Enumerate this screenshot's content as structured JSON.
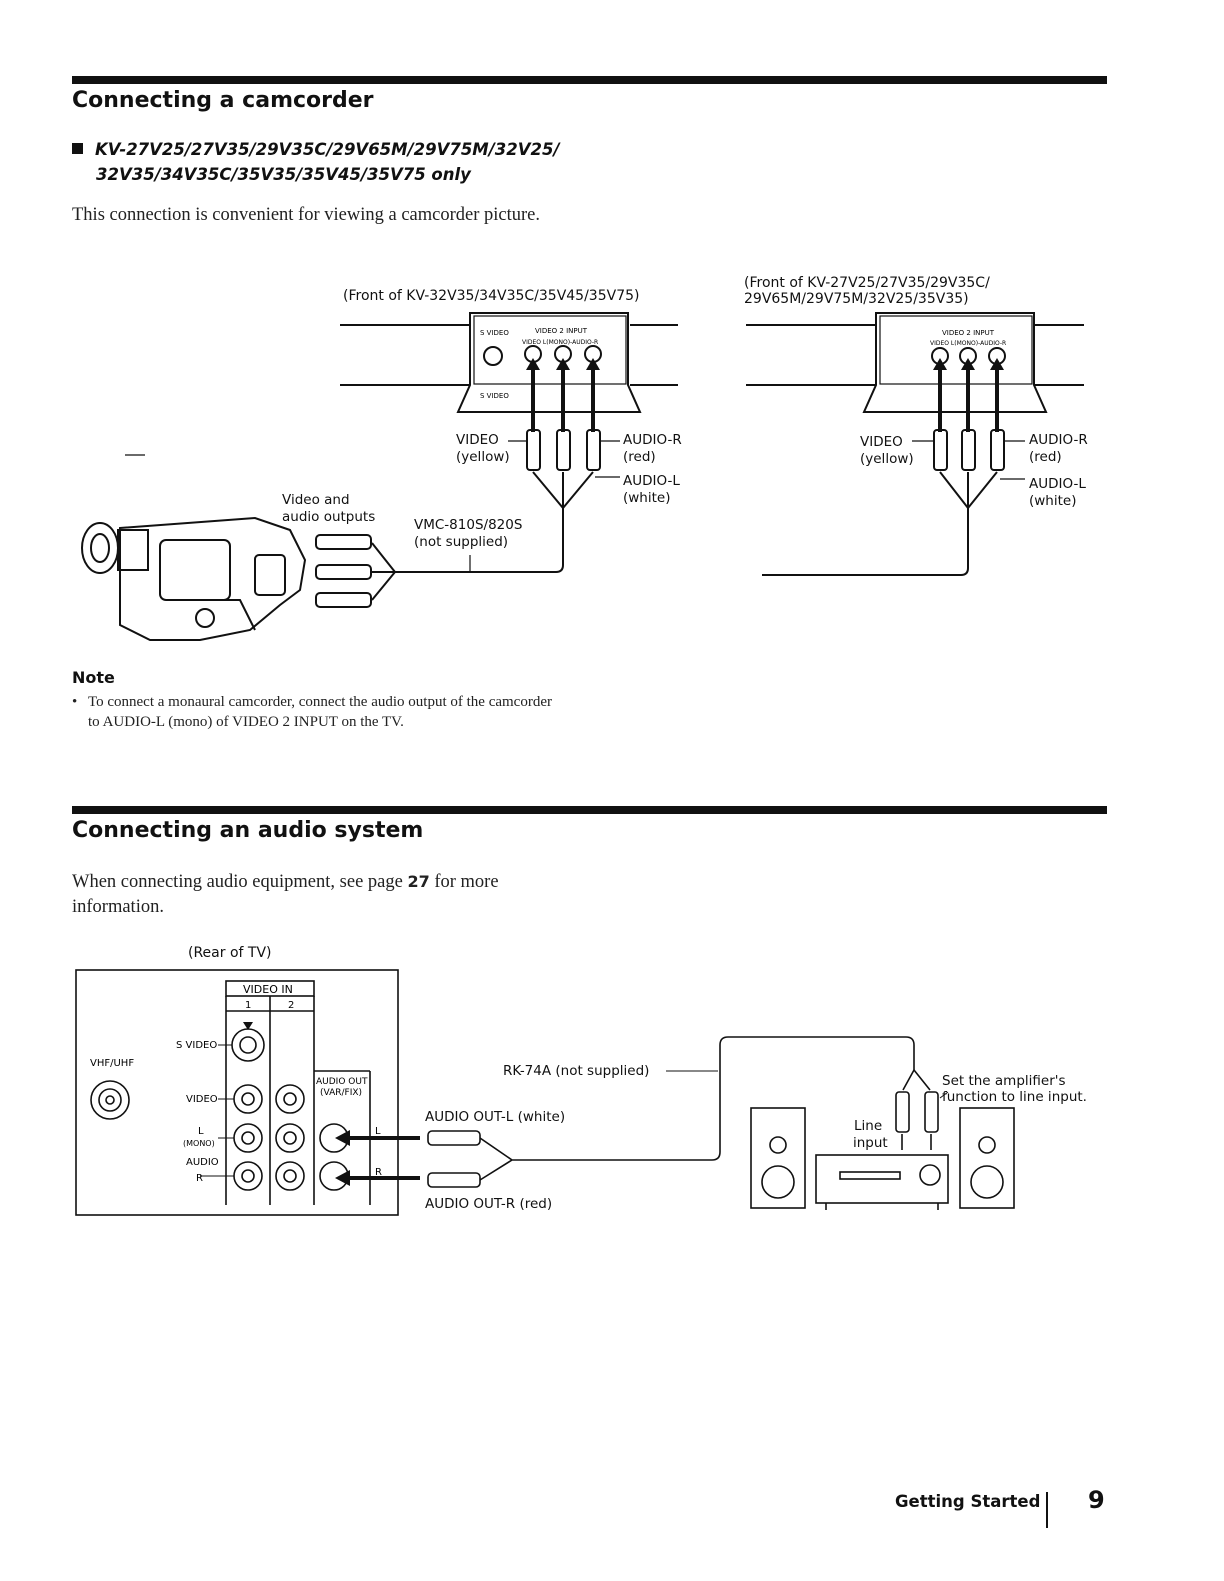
{
  "section1": {
    "title": "Connecting a camcorder",
    "models_line1": "KV-27V25/27V35/29V35C/29V65M/29V75M/32V25/",
    "models_line2": "32V35/34V35C/35V35/35V45/35V75 only",
    "intro": "This connection is convenient for viewing a camcorder picture.",
    "diagram_left": {
      "caption": "(Front of KV-32V35/34V35C/35V45/35V75)",
      "panel_svideo": "S VIDEO",
      "panel_video2_input": "VIDEO 2 INPUT",
      "panel_jacks": "VIDEO L(MONO)-AUDIO-R",
      "panel_svideo_lower": "S VIDEO",
      "video_label": "VIDEO",
      "video_color": "(yellow)",
      "audio_r_label": "AUDIO-R",
      "audio_r_color": "(red)",
      "audio_l_label": "AUDIO-L",
      "audio_l_color": "(white)",
      "outputs_line1": "Video and",
      "outputs_line2": "audio outputs",
      "cable_line1": "VMC-810S/820S",
      "cable_line2": "(not supplied)"
    },
    "diagram_right": {
      "caption_line1": "(Front of KV-27V25/27V35/29V35C/",
      "caption_line2": "29V65M/29V75M/32V25/35V35)",
      "panel_video2_input": "VIDEO 2 INPUT",
      "panel_jacks": "VIDEO L(MONO)-AUDIO-R",
      "video_label": "VIDEO",
      "video_color": "(yellow)",
      "audio_r_label": "AUDIO-R",
      "audio_r_color": "(red)",
      "audio_l_label": "AUDIO-L",
      "audio_l_color": "(white)"
    },
    "note_heading": "Note",
    "note_text": "To connect a monaural camcorder, connect the audio output of the camcorder to AUDIO-L (mono) of VIDEO 2 INPUT on the TV."
  },
  "section2": {
    "title": "Connecting an audio system",
    "intro_before": "When connecting audio equipment, see page ",
    "intro_page": "27",
    "intro_after": " for more information.",
    "rear_caption": "(Rear of TV)",
    "video_in": "VIDEO IN",
    "col1": "1",
    "col2": "2",
    "s_video": "S VIDEO",
    "vhf_uhf": "VHF/UHF",
    "video": "VIDEO",
    "l": "L",
    "mono": "(MONO)",
    "audio": "AUDIO",
    "r": "R",
    "audio_out_line1": "AUDIO OUT",
    "audio_out_line2": "(VAR/FIX)",
    "l_arrow": "L",
    "r_arrow": "R",
    "rk_cable": "RK-74A (not supplied)",
    "audio_out_l": "AUDIO OUT-L (white)",
    "audio_out_r": "AUDIO OUT-R (red)",
    "line_input_1": "Line",
    "line_input_2": "input",
    "amp_note_1": "Set the amplifier's",
    "amp_note_2": "function to line input."
  },
  "footer": {
    "section_label": "Getting Started",
    "page_number": "9"
  },
  "colors": {
    "ink": "#111111",
    "paper": "#ffffff"
  }
}
